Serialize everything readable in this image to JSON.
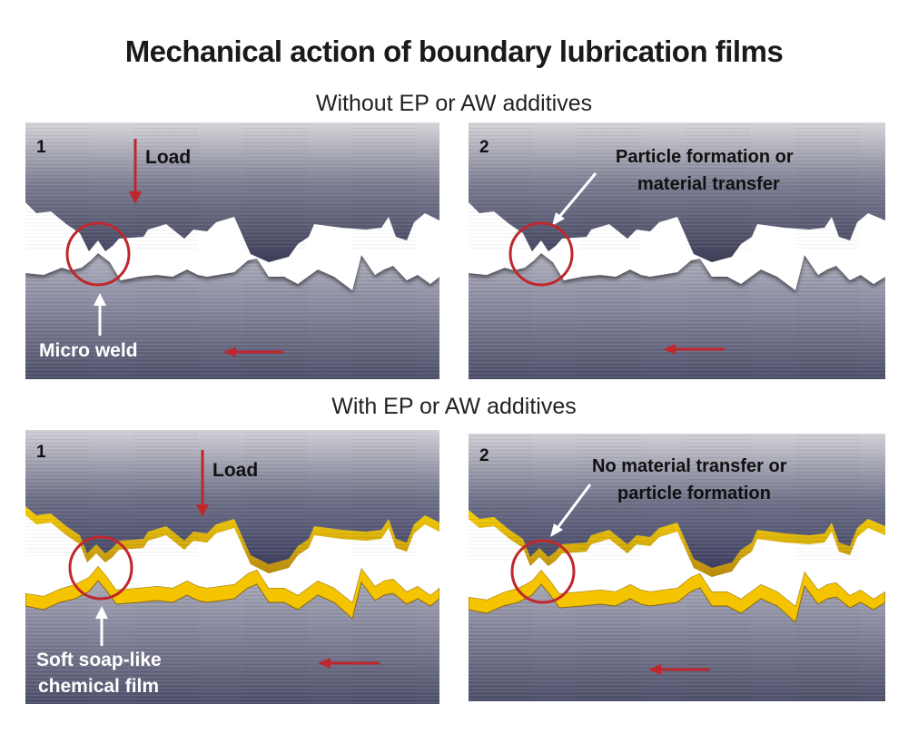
{
  "title": "Mechanical action of boundary lubrication films",
  "sections": [
    {
      "heading": "Without EP or AW additives",
      "panels": [
        {
          "step": "1",
          "labels": [
            "Load",
            "Micro weld"
          ],
          "has_film": false
        },
        {
          "step": "2",
          "labels": [
            "Particle formation or",
            "material transfer"
          ],
          "has_film": false
        }
      ]
    },
    {
      "heading": "With EP or AW additives",
      "panels": [
        {
          "step": "1",
          "labels": [
            "Load",
            "Soft soap-like",
            "chemical film"
          ],
          "has_film": true
        },
        {
          "step": "2",
          "labels": [
            "No material transfer or",
            "particle formation"
          ],
          "has_film": true
        }
      ]
    }
  ],
  "colors": {
    "arrow_red": "#c0272d",
    "circle_red": "#c0272d",
    "film_yellow": "#f5c400",
    "metal_dark": "#4a4c66",
    "metal_light": "#d8d8dc"
  }
}
